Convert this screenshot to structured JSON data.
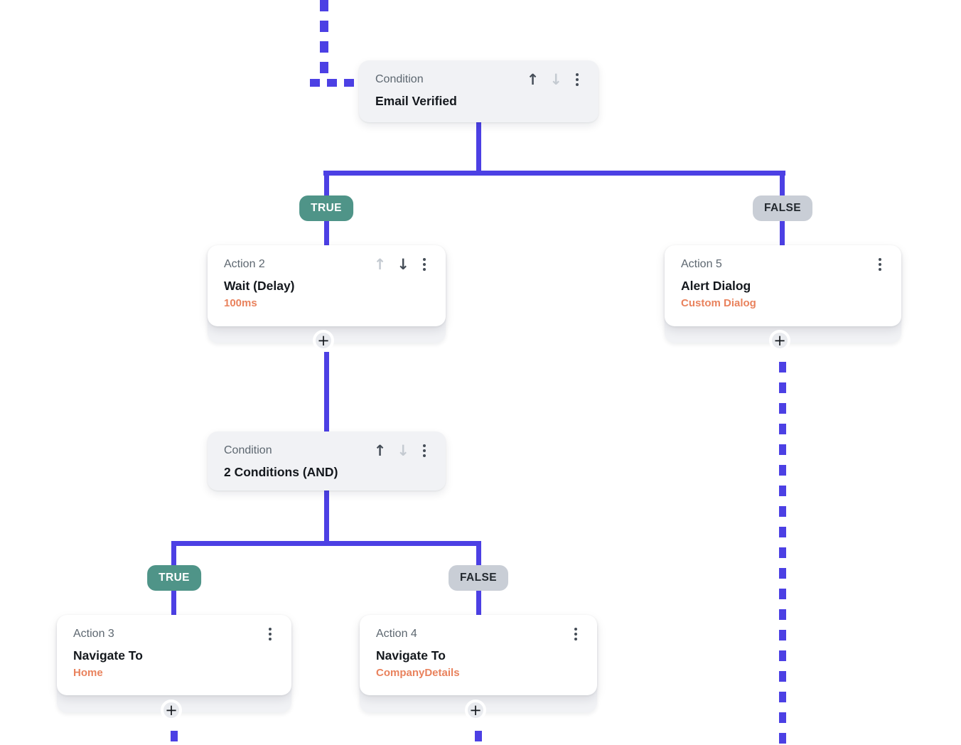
{
  "colors": {
    "accent": "#4c40e4",
    "true_badge": "#4f9488",
    "false_badge": "#c9ced6",
    "value_orange": "#e9825d",
    "node_gray": "#f1f2f5",
    "label_gray": "#5d6770",
    "icon_dark": "#454d57",
    "icon_light": "#c4cad1"
  },
  "icons": {
    "up_arrow": "↑",
    "down_arrow": "↓",
    "plus": "+",
    "kebab_menu": "⋮"
  },
  "badges": {
    "true_label": "TRUE",
    "false_label": "FALSE"
  },
  "nodes": {
    "condition1": {
      "type_label": "Condition",
      "title": "Email Verified"
    },
    "action2": {
      "type_label": "Action 2",
      "title": "Wait (Delay)",
      "subtitle": "100ms"
    },
    "condition2": {
      "type_label": "Condition",
      "title": "2 Conditions (AND)"
    },
    "action3": {
      "type_label": "Action 3",
      "title": "Navigate To",
      "subtitle": "Home"
    },
    "action4": {
      "type_label": "Action 4",
      "title": "Navigate To",
      "subtitle": "CompanyDetails"
    },
    "action5": {
      "type_label": "Action 5",
      "title": "Alert Dialog",
      "subtitle": "Custom Dialog"
    }
  }
}
